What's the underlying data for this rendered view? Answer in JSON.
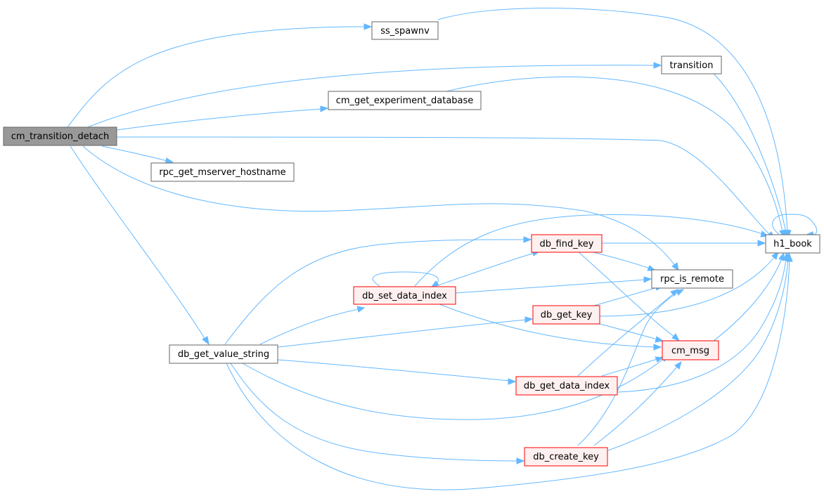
{
  "nodes": {
    "cm_transition_detach": "cm_transition_detach",
    "ss_spawnv": "ss_spawnv",
    "transition": "transition",
    "cm_get_experiment_database": "cm_get_experiment_database",
    "rpc_get_mserver_hostname": "rpc_get_mserver_hostname",
    "h1_book": "h1_book",
    "db_find_key": "db_find_key",
    "rpc_is_remote": "rpc_is_remote",
    "db_set_data_index": "db_set_data_index",
    "db_get_key": "db_get_key",
    "db_get_value_string": "db_get_value_string",
    "cm_msg": "cm_msg",
    "db_get_data_index": "db_get_data_index",
    "db_create_key": "db_create_key"
  },
  "styles": {
    "edge_color": "#63b8ff",
    "root_fill": "#999999",
    "called_fill": "#ffffff",
    "highlight_fill": "#fff0f0",
    "highlight_border": "#ff0000"
  }
}
